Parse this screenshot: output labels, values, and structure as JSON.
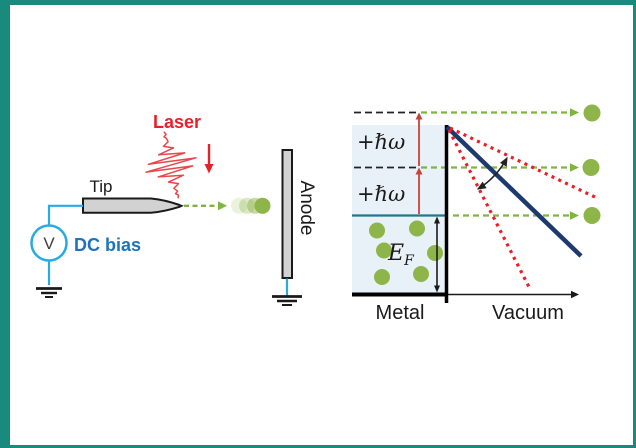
{
  "figure": {
    "left_panel": {
      "laser_label": "Laser",
      "tip_label": "Tip",
      "voltage_source_label": "V",
      "dc_bias_label": "DC bias",
      "anode_label": "Anode"
    },
    "energy_diagram": {
      "photon_label_upper": "+ℏω",
      "photon_label_lower": "+ℏω",
      "fermi_label_main": "E",
      "fermi_label_sub": "F",
      "metal_label": "Metal",
      "vacuum_label": "Vacuum"
    },
    "colors": {
      "border_teal": "#1a8a7e",
      "wire_blue": "#29abe2",
      "dc_bias_blue": "#1c75bc",
      "laser_red": "#e62228",
      "photon_arrow_red": "#c8423b",
      "dotted_red": "#ee1c25",
      "navy_line": "#1c3a6e",
      "electron_green": "#8eb54a",
      "dash_green": "#7fb441",
      "fermi_teal": "#20788c",
      "metal_fill": "#e8f1f8",
      "electrode_gray": "#d2d2d2"
    }
  }
}
